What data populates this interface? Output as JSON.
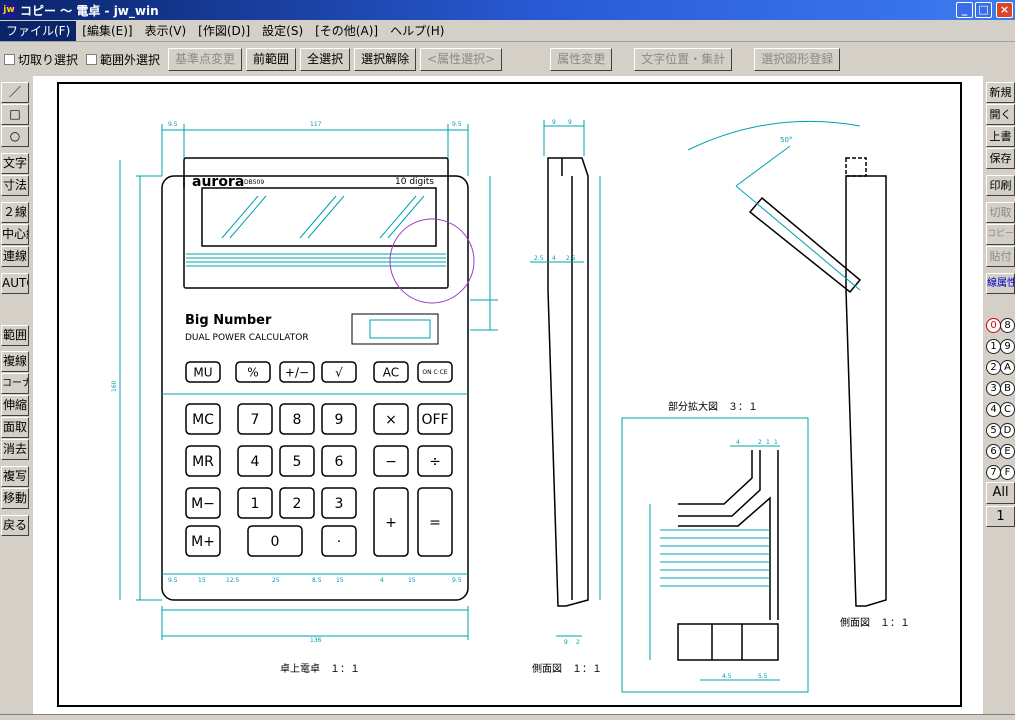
{
  "window": {
    "title": "コピー ～ 電卓 - jw_win",
    "app_icon": "jw"
  },
  "menubar": [
    "ファイル(F)",
    "[編集(E)]",
    "表示(V)",
    "[作図(D)]",
    "設定(S)",
    "[その他(A)]",
    "ヘルプ(H)"
  ],
  "toolbar": {
    "checkboxes": [
      "切取り選択",
      "範囲外選択"
    ],
    "buttons": [
      {
        "label": "基準点変更",
        "enabled": false
      },
      {
        "label": "前範囲",
        "enabled": true
      },
      {
        "label": "全選択",
        "enabled": true
      },
      {
        "label": "選択解除",
        "enabled": true
      },
      {
        "label": "<属性選択>",
        "enabled": false
      },
      {
        "label": "属性変更",
        "enabled": false
      },
      {
        "label": "文字位置・集計",
        "enabled": false
      },
      {
        "label": "選択図形登録",
        "enabled": false
      }
    ]
  },
  "left_tools": [
    "／",
    "□",
    "○",
    "文字",
    "寸法",
    "２線",
    "中心線",
    "連線",
    "AUTO",
    "範囲",
    "複線",
    "コーナー",
    "伸縮",
    "面取",
    "消去",
    "複写",
    "移動",
    "戻る"
  ],
  "right_tools": [
    {
      "label": "新規",
      "enabled": true
    },
    {
      "label": "開く",
      "enabled": true
    },
    {
      "label": "上書",
      "enabled": true
    },
    {
      "label": "保存",
      "enabled": true
    },
    {
      "label": "印刷",
      "enabled": true
    },
    {
      "label": "切取",
      "enabled": false
    },
    {
      "label": "コピー",
      "enabled": false
    },
    {
      "label": "貼付",
      "enabled": false
    },
    {
      "label": "線属性",
      "enabled": true
    }
  ],
  "layers": [
    "0",
    "8",
    "1",
    "9",
    "2",
    "A",
    "3",
    "B",
    "4",
    "C",
    "5",
    "D",
    "6",
    "E",
    "7",
    "F"
  ],
  "layer_all": "All",
  "layer_group": "1",
  "drawing": {
    "brand": "aurora",
    "model": "DB509",
    "digits": "10 digits",
    "product_name": "Big Number",
    "subtitle": "DUAL POWER CALCULATOR",
    "keys_row1": [
      "MU",
      "%",
      "+/−",
      "√",
      "AC",
      "ON C·CE"
    ],
    "keys_mc_row": [
      "MC",
      "7",
      "8",
      "9",
      "×",
      "OFF"
    ],
    "keys_mr_row": [
      "MR",
      "4",
      "5",
      "6",
      "−",
      "÷"
    ],
    "keys_mminus_row": [
      "M−",
      "1",
      "2",
      "3",
      "+",
      "="
    ],
    "keys_bottom_row": [
      "M+",
      "0",
      "·"
    ],
    "dimensions_top": [
      "9.5",
      "117",
      "9.5"
    ],
    "dimensions_bottom": [
      "9.5",
      "15",
      "12.5",
      "25",
      "8.5",
      "15",
      "4",
      "15",
      "9.5"
    ],
    "dimension_width": "136",
    "dimension_height": "160",
    "side_dims": [
      "9",
      "9",
      "2.5",
      "4",
      "2.5"
    ],
    "side_dim_bottom": [
      "9",
      "2"
    ],
    "angle_label": "50°",
    "detail_title": "部分拡大図　３：１",
    "detail_dims_top": [
      "4",
      "2",
      "1",
      "1"
    ],
    "detail_dims_bottom": [
      "4.5",
      "5.5"
    ],
    "labels": {
      "top_view": "卓上電卓　１：１",
      "side_view_1": "側面図　１：１",
      "side_view_2": "側面図　１：１"
    }
  }
}
